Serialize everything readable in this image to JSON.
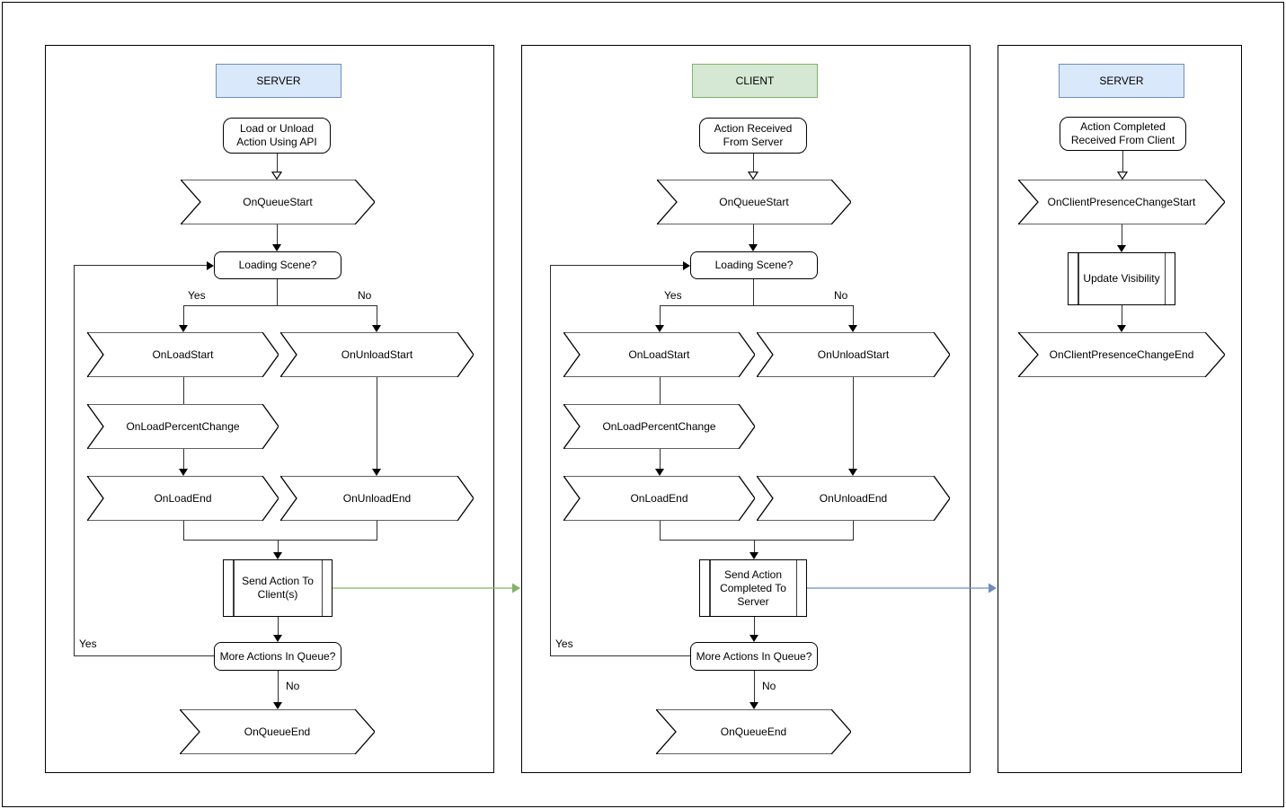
{
  "colors": {
    "server_header_fill": "#dae8fc",
    "server_header_stroke": "#6c8ebf",
    "client_header_fill": "#d5e8d4",
    "client_header_stroke": "#82b366",
    "server_to_client_edge": "#82b366",
    "client_to_server_edge": "#6c8ebf",
    "shape_fill": "#ffffff",
    "shape_stroke": "#000000"
  },
  "panels": [
    {
      "header": {
        "label": "SERVER"
      },
      "nodes": {
        "start": "Load or Unload Action Using API",
        "on_queue_start": "OnQueueStart",
        "loading_scene": "Loading Scene?",
        "on_load_start": "OnLoadStart",
        "on_unload_start": "OnUnloadStart",
        "on_load_percent_change": "OnLoadPercentChange",
        "on_load_end": "OnLoadEnd",
        "on_unload_end": "OnUnloadEnd",
        "subroutine": "Send Action To Client(s)",
        "more_actions": "More Actions In Queue?",
        "on_queue_end": "OnQueueEnd"
      },
      "edge_labels": {
        "yes": "Yes",
        "no": "No",
        "loop_yes": "Yes",
        "queue_no": "No"
      }
    },
    {
      "header": {
        "label": "CLIENT"
      },
      "nodes": {
        "start": "Action Received From Server",
        "on_queue_start": "OnQueueStart",
        "loading_scene": "Loading Scene?",
        "on_load_start": "OnLoadStart",
        "on_unload_start": "OnUnloadStart",
        "on_load_percent_change": "OnLoadPercentChange",
        "on_load_end": "OnLoadEnd",
        "on_unload_end": "OnUnloadEnd",
        "subroutine": "Send Action Completed To Server",
        "more_actions": "More Actions In Queue?",
        "on_queue_end": "OnQueueEnd"
      },
      "edge_labels": {
        "yes": "Yes",
        "no": "No",
        "loop_yes": "Yes",
        "queue_no": "No"
      }
    },
    {
      "header": {
        "label": "SERVER"
      },
      "nodes": {
        "start": "Action Completed Received From Client",
        "presence_start": "OnClientPresenceChangeStart",
        "subroutine": "Update Visibility",
        "presence_end": "OnClientPresenceChangeEnd"
      }
    }
  ]
}
